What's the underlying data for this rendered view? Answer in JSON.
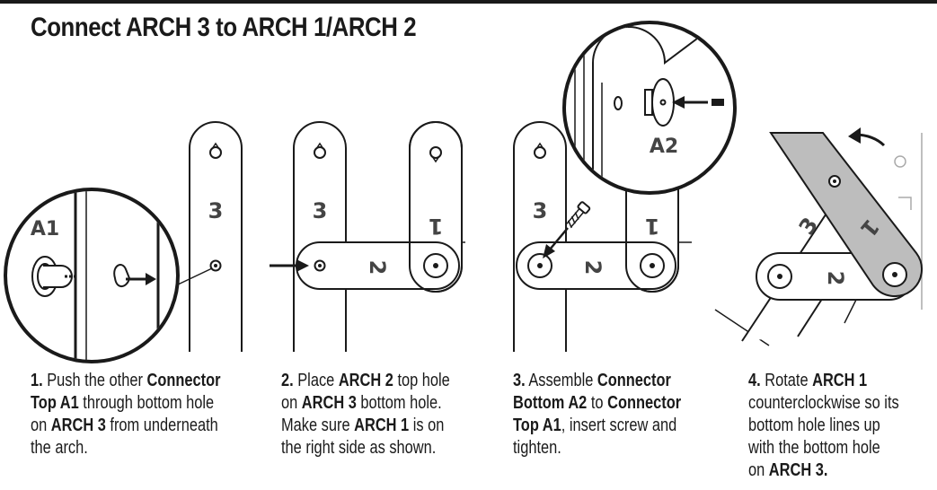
{
  "title": "Connect ARCH 3 to ARCH 1/ARCH 2",
  "callouts": {
    "a1": "A1",
    "a2": "A2"
  },
  "arch_labels": {
    "arch3": "3",
    "arch2": "2",
    "arch1": "1"
  },
  "colors": {
    "ink": "#1a1a1a",
    "gray_arch": "#bdbdbd",
    "background": "#ffffff"
  },
  "steps": [
    {
      "lines": [
        [
          {
            "t": "1.",
            "b": true
          },
          {
            "t": " Push the other "
          },
          {
            "t": "Connector",
            "b": true
          }
        ],
        [
          {
            "t": "Top A1",
            "b": true
          },
          {
            "t": " through bottom hole"
          }
        ],
        [
          {
            "t": "on "
          },
          {
            "t": "ARCH 3",
            "b": true
          },
          {
            "t": " from underneath"
          }
        ],
        [
          {
            "t": "the arch."
          }
        ]
      ]
    },
    {
      "lines": [
        [
          {
            "t": "2.",
            "b": true
          },
          {
            "t": " Place "
          },
          {
            "t": "ARCH 2",
            "b": true
          },
          {
            "t": " top hole"
          }
        ],
        [
          {
            "t": "on "
          },
          {
            "t": "ARCH 3",
            "b": true
          },
          {
            "t": " bottom hole."
          }
        ],
        [
          {
            "t": "Make sure "
          },
          {
            "t": "ARCH 1",
            "b": true
          },
          {
            "t": " is on"
          }
        ],
        [
          {
            "t": "the right side as shown."
          }
        ]
      ]
    },
    {
      "lines": [
        [
          {
            "t": "3.",
            "b": true
          },
          {
            "t": " Assemble "
          },
          {
            "t": "Connector",
            "b": true
          }
        ],
        [
          {
            "t": "Bottom A2",
            "b": true
          },
          {
            "t": " to "
          },
          {
            "t": "Connector",
            "b": true
          }
        ],
        [
          {
            "t": "Top A1",
            "b": true
          },
          {
            "t": ", insert screw and"
          }
        ],
        [
          {
            "t": "tighten."
          }
        ]
      ]
    },
    {
      "lines": [
        [
          {
            "t": "4.",
            "b": true
          },
          {
            "t": " Rotate "
          },
          {
            "t": "ARCH 1",
            "b": true
          }
        ],
        [
          {
            "t": "counterclockwise so its"
          }
        ],
        [
          {
            "t": "bottom hole lines up"
          }
        ],
        [
          {
            "t": "with the bottom hole"
          }
        ],
        [
          {
            "t": "on "
          },
          {
            "t": "ARCH 3.",
            "b": true
          }
        ]
      ]
    }
  ]
}
